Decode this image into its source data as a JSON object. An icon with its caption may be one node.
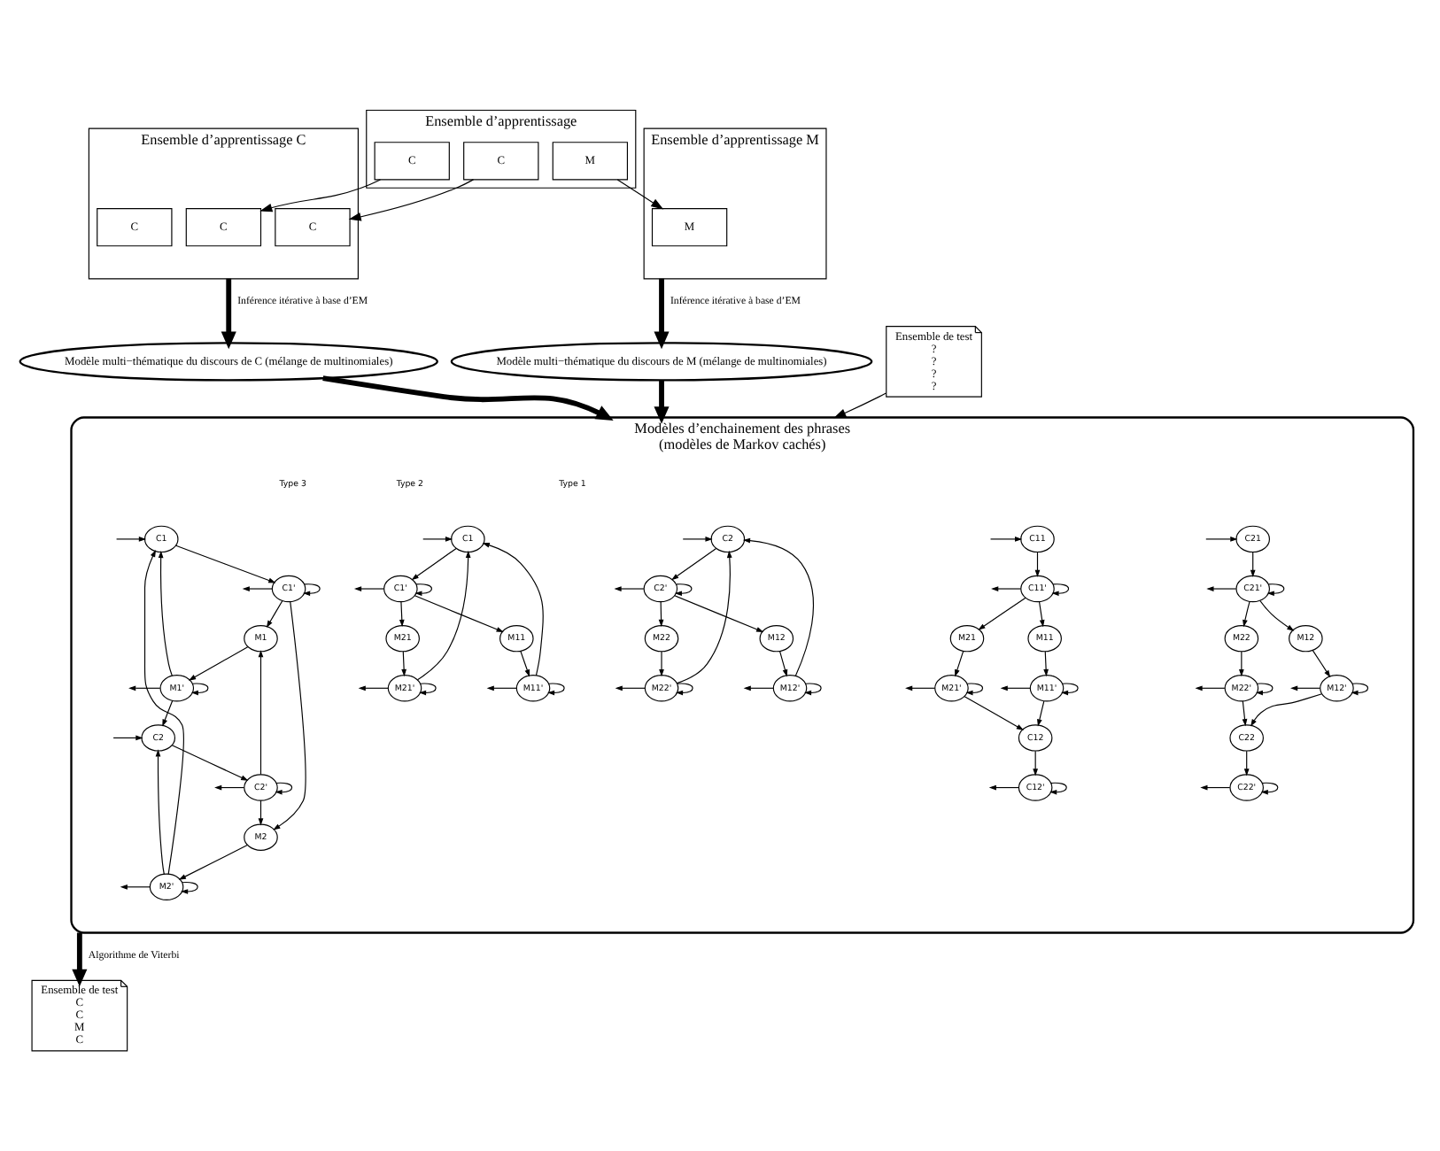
{
  "diagram": {
    "nodes": [
      {
        "text": [
          "Ensemble d’apprentissage"
        ]
      },
      {
        "text": [
          "C"
        ],
        "in": 0
      },
      {
        "text": [
          "M"
        ],
        "in": 0
      },
      {
        "text": [
          "C"
        ],
        "in": 0
      },
      {
        "text": [
          "Ensemble d’apprentissage C"
        ]
      },
      {
        "text": [
          "C"
        ],
        "in": 4
      },
      {
        "text": [
          "C"
        ],
        "in": 4
      },
      {
        "text": [
          "C"
        ],
        "in": 4
      },
      {
        "text": [
          "Ensemble d’apprentissage M"
        ]
      },
      {
        "text": [
          "M"
        ],
        "in": 8
      },
      {
        "text": [
          "Modèle multi−thématique du discours de C (mélange de multinomiales)"
        ]
      },
      {
        "text": [
          "Modèle multi−thématique du discours de M (mélange de multinomiales)"
        ]
      },
      {
        "text": [
          "Modèles d’enchainement des phrases",
          "(modèles de Markov cachés)"
        ]
      },
      {
        "text": [
          "C1"
        ],
        "in": 12
      },
      {
        "text": [
          "C2"
        ],
        "in": 12
      },
      {
        "text": [
          "C1'"
        ],
        "in": 12
      },
      {
        "text": [
          "C2'"
        ],
        "in": 12
      },
      {
        "text": [
          "M1"
        ],
        "in": 12
      },
      {
        "text": [
          "M2"
        ],
        "in": 12
      },
      {
        "text": [
          "M1'"
        ],
        "in": 12
      },
      {
        "text": [
          "M2'"
        ],
        "in": 12
      },
      {
        "text": [
          "C1"
        ],
        "in": 12
      },
      {
        "text": [
          "C1'"
        ],
        "in": 12
      },
      {
        "text": [
          "M11"
        ],
        "in": 12
      },
      {
        "text": [
          "M21"
        ],
        "in": 12
      },
      {
        "text": [
          "M11'"
        ],
        "in": 12
      },
      {
        "text": [
          "M21'"
        ],
        "in": 12
      },
      {
        "text": [
          "C2"
        ],
        "in": 12
      },
      {
        "text": [
          "C2'"
        ],
        "in": 12
      },
      {
        "text": [
          "M12"
        ],
        "in": 12
      },
      {
        "text": [
          "M22"
        ],
        "in": 12
      },
      {
        "text": [
          "M12'"
        ],
        "in": 12
      },
      {
        "text": [
          "M22'"
        ],
        "in": 12
      },
      {
        "text": [
          "C11"
        ],
        "in": 12
      },
      {
        "text": [
          "C11'"
        ],
        "in": 12
      },
      {
        "text": [
          "M11"
        ],
        "in": 12
      },
      {
        "text": [
          "M21"
        ],
        "in": 12
      },
      {
        "text": [
          "M11'"
        ],
        "in": 12
      },
      {
        "text": [
          "M21'"
        ],
        "in": 12
      },
      {
        "text": [
          "C12"
        ],
        "in": 12
      },
      {
        "text": [
          "C12'"
        ],
        "in": 12
      },
      {
        "text": [
          "C21"
        ],
        "in": 12
      },
      {
        "text": [
          "C21'"
        ],
        "in": 12
      },
      {
        "text": [
          "M12"
        ],
        "in": 12
      },
      {
        "text": [
          "M22"
        ],
        "in": 12
      },
      {
        "text": [
          "M12'"
        ],
        "in": 12
      },
      {
        "text": [
          "M22'"
        ],
        "in": 12
      },
      {
        "text": [
          "C22"
        ],
        "in": 12
      },
      {
        "text": [
          "C22'"
        ],
        "in": 12
      },
      {
        "text": [
          "Ensemble de test",
          "?",
          "?",
          "?",
          "?"
        ]
      },
      {
        "text": [
          "Ensemble de test",
          "C",
          "C",
          "M",
          "C"
        ]
      }
    ],
    "edges": [
      {
        "from": 1,
        "to": 5,
        "arrow": "to"
      },
      {
        "from": 3,
        "to": 6,
        "arrow": "to"
      },
      {
        "from": 2,
        "to": 9,
        "arrow": "to"
      },
      {
        "from": 4,
        "to": 10,
        "arrow": "to",
        "label": "Inférence itérative à base d’EM",
        "style": "thick"
      },
      {
        "from": 8,
        "to": 11,
        "arrow": "to",
        "label": "Inférence itérative à base d’EM",
        "style": "thick"
      },
      {
        "from": 10,
        "to": 12,
        "arrow": "to",
        "style": "thick"
      },
      {
        "from": 11,
        "to": 12,
        "arrow": "to",
        "style": "thick"
      },
      {
        "from": 49,
        "to": 12,
        "arrow": "to"
      },
      {
        "from": 12,
        "to": 50,
        "arrow": "to",
        "label": "Algorithme de Viterbi",
        "style": "thick"
      },
      {
        "from": null,
        "to": 13,
        "arrow": "to"
      },
      {
        "from": null,
        "to": 14,
        "arrow": "to"
      },
      {
        "from": 13,
        "to": 15,
        "arrow": "to"
      },
      {
        "from": 14,
        "to": 16,
        "arrow": "to"
      },
      {
        "from": 15,
        "to": 15,
        "arrow": "to"
      },
      {
        "from": 16,
        "to": 16,
        "arrow": "to"
      },
      {
        "from": 15,
        "to": null,
        "arrow": "to"
      },
      {
        "from": 16,
        "to": null,
        "arrow": "to"
      },
      {
        "from": 15,
        "to": 17,
        "arrow": "to"
      },
      {
        "from": 15,
        "to": 18,
        "arrow": "to"
      },
      {
        "from": 16,
        "to": 17,
        "arrow": "to"
      },
      {
        "from": 16,
        "to": 18,
        "arrow": "to"
      },
      {
        "from": 17,
        "to": 19,
        "arrow": "to"
      },
      {
        "from": 18,
        "to": 20,
        "arrow": "to"
      },
      {
        "from": 19,
        "to": 19,
        "arrow": "to"
      },
      {
        "from": 20,
        "to": 20,
        "arrow": "to"
      },
      {
        "from": 19,
        "to": null,
        "arrow": "to"
      },
      {
        "from": 20,
        "to": null,
        "arrow": "to"
      },
      {
        "from": 19,
        "to": 13,
        "arrow": "to"
      },
      {
        "from": 20,
        "to": 14,
        "arrow": "to"
      },
      {
        "from": 19,
        "to": 14,
        "arrow": "to"
      },
      {
        "from": 20,
        "to": 13,
        "arrow": "to"
      },
      {
        "from": null,
        "to": 21,
        "arrow": "to"
      },
      {
        "from": 21,
        "to": 22,
        "arrow": "to"
      },
      {
        "from": 22,
        "to": 22,
        "arrow": "to"
      },
      {
        "from": 22,
        "to": null,
        "arrow": "to"
      },
      {
        "from": 22,
        "to": 23,
        "arrow": "to"
      },
      {
        "from": 22,
        "to": 24,
        "arrow": "to"
      },
      {
        "from": 23,
        "to": 25,
        "arrow": "to"
      },
      {
        "from": 24,
        "to": 26,
        "arrow": "to"
      },
      {
        "from": 25,
        "to": 25,
        "arrow": "to"
      },
      {
        "from": 26,
        "to": 26,
        "arrow": "to"
      },
      {
        "from": 25,
        "to": null,
        "arrow": "to"
      },
      {
        "from": 26,
        "to": null,
        "arrow": "to"
      },
      {
        "from": 25,
        "to": 21,
        "arrow": "to"
      },
      {
        "from": 26,
        "to": 21,
        "arrow": "to"
      },
      {
        "from": null,
        "to": 27,
        "arrow": "to"
      },
      {
        "from": 27,
        "to": 28,
        "arrow": "to"
      },
      {
        "from": 28,
        "to": 28,
        "arrow": "to"
      },
      {
        "from": 28,
        "to": null,
        "arrow": "to"
      },
      {
        "from": 28,
        "to": 29,
        "arrow": "to"
      },
      {
        "from": 28,
        "to": 30,
        "arrow": "to"
      },
      {
        "from": 29,
        "to": 31,
        "arrow": "to"
      },
      {
        "from": 30,
        "to": 32,
        "arrow": "to"
      },
      {
        "from": 31,
        "to": 31,
        "arrow": "to"
      },
      {
        "from": 32,
        "to": 32,
        "arrow": "to"
      },
      {
        "from": 31,
        "to": null,
        "arrow": "to"
      },
      {
        "from": 32,
        "to": null,
        "arrow": "to"
      },
      {
        "from": 31,
        "to": 27,
        "arrow": "to"
      },
      {
        "from": 32,
        "to": 27,
        "arrow": "to"
      },
      {
        "from": null,
        "to": 33,
        "arrow": "to"
      },
      {
        "from": 33,
        "to": 34,
        "arrow": "to"
      },
      {
        "from": 34,
        "to": 34,
        "arrow": "to"
      },
      {
        "from": 34,
        "to": null,
        "arrow": "to"
      },
      {
        "from": 34,
        "to": 35,
        "arrow": "to"
      },
      {
        "from": 34,
        "to": 36,
        "arrow": "to"
      },
      {
        "from": 35,
        "to": 37,
        "arrow": "to"
      },
      {
        "from": 36,
        "to": 38,
        "arrow": "to"
      },
      {
        "from": 37,
        "to": 37,
        "arrow": "to"
      },
      {
        "from": 38,
        "to": 38,
        "arrow": "to"
      },
      {
        "from": 37,
        "to": null,
        "arrow": "to"
      },
      {
        "from": 38,
        "to": null,
        "arrow": "to"
      },
      {
        "from": 37,
        "to": 39,
        "arrow": "to"
      },
      {
        "from": 38,
        "to": 39,
        "arrow": "to"
      },
      {
        "from": 39,
        "to": 40,
        "arrow": "to"
      },
      {
        "from": 40,
        "to": 40,
        "arrow": "to"
      },
      {
        "from": 40,
        "to": null,
        "arrow": "to"
      },
      {
        "from": null,
        "to": 41,
        "arrow": "to"
      },
      {
        "from": 41,
        "to": 42,
        "arrow": "to"
      },
      {
        "from": 42,
        "to": 42,
        "arrow": "to"
      },
      {
        "from": 42,
        "to": null,
        "arrow": "to"
      },
      {
        "from": 42,
        "to": 43,
        "arrow": "to"
      },
      {
        "from": 42,
        "to": 44,
        "arrow": "to"
      },
      {
        "from": 43,
        "to": 45,
        "arrow": "to"
      },
      {
        "from": 44,
        "to": 46,
        "arrow": "to"
      },
      {
        "from": 45,
        "to": 45,
        "arrow": "to"
      },
      {
        "from": 46,
        "to": 46,
        "arrow": "to"
      },
      {
        "from": 45,
        "to": null,
        "arrow": "to"
      },
      {
        "from": 46,
        "to": null,
        "arrow": "to"
      },
      {
        "from": 45,
        "to": 47,
        "arrow": "to"
      },
      {
        "from": 46,
        "to": 47,
        "arrow": "to"
      },
      {
        "from": 47,
        "to": 48,
        "arrow": "to"
      },
      {
        "from": 48,
        "to": 48,
        "arrow": "to"
      },
      {
        "from": 48,
        "to": null,
        "arrow": "to"
      }
    ],
    "labels": [
      "Type 1",
      "Type 2",
      "Type 3"
    ]
  }
}
